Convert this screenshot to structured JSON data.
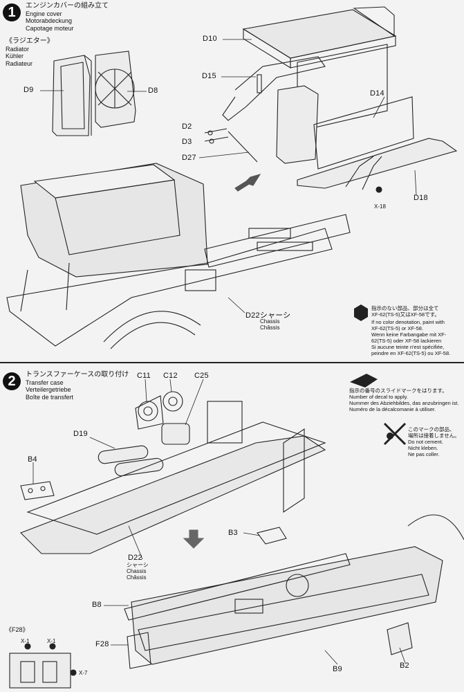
{
  "step1": {
    "number": "1",
    "title_jp": "エンジンカバーの組み立て",
    "title_en": "Engine cover",
    "title_de": "Motorabdeckung",
    "title_fr": "Capotage moteur",
    "radiator_jp": "《ラジエター》",
    "radiator_en": "Radiator",
    "radiator_de": "Kühler",
    "radiator_fr": "Radiateur",
    "parts": {
      "d9": "D9",
      "d8": "D8",
      "d10": "D10",
      "d15": "D15",
      "d14": "D14",
      "d2": "D2",
      "d3": "D3",
      "d27": "D27",
      "d18": "D18",
      "x18": "X-18",
      "d22": "D22シャーシ",
      "chassis_de": "Chassis",
      "chassis_fr": "Châssis"
    },
    "paint_note": {
      "jp1": "指示のない部品、部分は全て",
      "jp2": "XF-62(TS-5)又はXF-58です。",
      "en1": "If no color denotation, paint with",
      "en2": "XF-62(TS-5) or XF-58.",
      "de1": "Wenn keine Farbangabe mit XF-",
      "de2": "62(TS-5) oder XF-58 lackieren",
      "fr1": "Si aucune teinte n'est spécifiée,",
      "fr2": "peindre en XF-62(TS-5) ou XF-58."
    }
  },
  "step2": {
    "number": "2",
    "title_jp": "トランスファーケースの取り付け",
    "title_en": "Transfer case",
    "title_de": "Verteilergetriebe",
    "title_fr": "Boîte de transfert",
    "parts": {
      "c11": "C11",
      "c12": "C12",
      "c25": "C25",
      "d19": "D19",
      "b4": "B4",
      "d22": "D22",
      "d22_jp": "シャーシ",
      "chassis_de": "Chassis",
      "chassis_fr": "Châssis",
      "b3": "B3",
      "b8": "B8",
      "f28": "F28",
      "b9": "B9",
      "b2": "B2",
      "f28_sub": "《F28》",
      "x1a": "X-1",
      "x1b": "X-1",
      "x7": "X-7"
    },
    "decal_note": {
      "jp": "指示の番号のスライドマークをはります。",
      "en": "Number of decal to apply.",
      "de": "Nummer des Abziehbildes, das anzubringen ist.",
      "fr": "Numéro de la décalcomanie à utiliser."
    },
    "cement_note": {
      "jp1": "このマークの部品、",
      "jp2": "場所は接着しません。",
      "en": "Do not cement.",
      "de": "Nicht kleben.",
      "fr": "Ne pas coller."
    }
  }
}
